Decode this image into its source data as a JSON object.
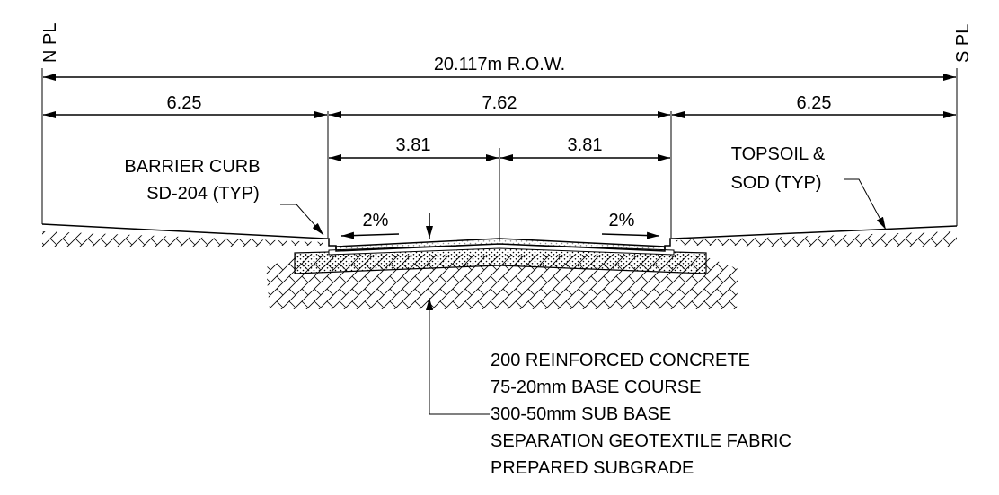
{
  "drawing": {
    "property_lines": {
      "north": "N PL",
      "south": "S PL"
    },
    "dimensions": {
      "row": "20.117m R.O.W.",
      "left_blvd": "6.25",
      "roadway": "7.62",
      "left_lane": "3.81",
      "right_lane": "3.81",
      "right_blvd": "6.25"
    },
    "notes": {
      "curb_line1": "BARRIER CURB",
      "curb_line2": "SD-204 (TYP)",
      "topsoil_line1": "TOPSOIL &",
      "topsoil_line2": "SOD (TYP)",
      "slope_left": "2%",
      "slope_right": "2%"
    },
    "section_layers": [
      "200 REINFORCED CONCRETE",
      "75-20mm BASE COURSE",
      "300-50mm SUB BASE",
      "SEPARATION GEOTEXTILE FABRIC",
      "PREPARED SUBGRADE"
    ]
  }
}
